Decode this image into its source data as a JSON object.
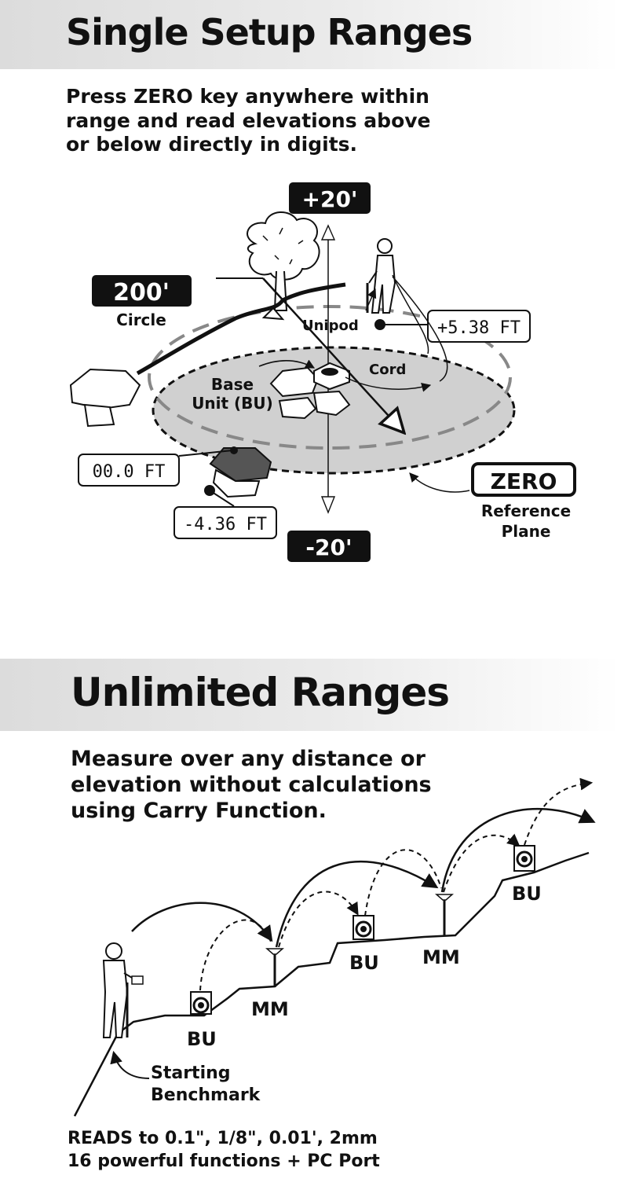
{
  "section1": {
    "title": "Single Setup Ranges",
    "description_lines": [
      "Press ZERO key anywhere within",
      "range and read elevations above",
      "or below directly in digits."
    ],
    "labels": {
      "plus20": "+20'",
      "minus20": "-20'",
      "circle_badge": "200'",
      "circle": "Circle",
      "unipod": "Unipod",
      "cord": "Cord",
      "base_unit_line1": "Base",
      "base_unit_line2": "Unit (BU)",
      "zero_badge": "ZERO",
      "reference_line1": "Reference",
      "reference_line2": "Plane"
    },
    "readouts": {
      "unipod": "+5.38 FT",
      "zero": "00.0 FT",
      "below": "-4.36 FT"
    }
  },
  "section2": {
    "title": "Unlimited Ranges",
    "description_lines": [
      "Measure over any distance or",
      "elevation without calculations",
      "using Carry Function."
    ],
    "labels": {
      "bu1": "BU",
      "mm1": "MM",
      "bu2": "BU",
      "mm2": "MM",
      "bu3": "BU",
      "start_line1": "Starting",
      "start_line2": "Benchmark"
    }
  },
  "footer": {
    "line1": "READS to 0.1\", 1/8\", 0.01', 2mm",
    "line2": "16 powerful functions + PC Port"
  }
}
